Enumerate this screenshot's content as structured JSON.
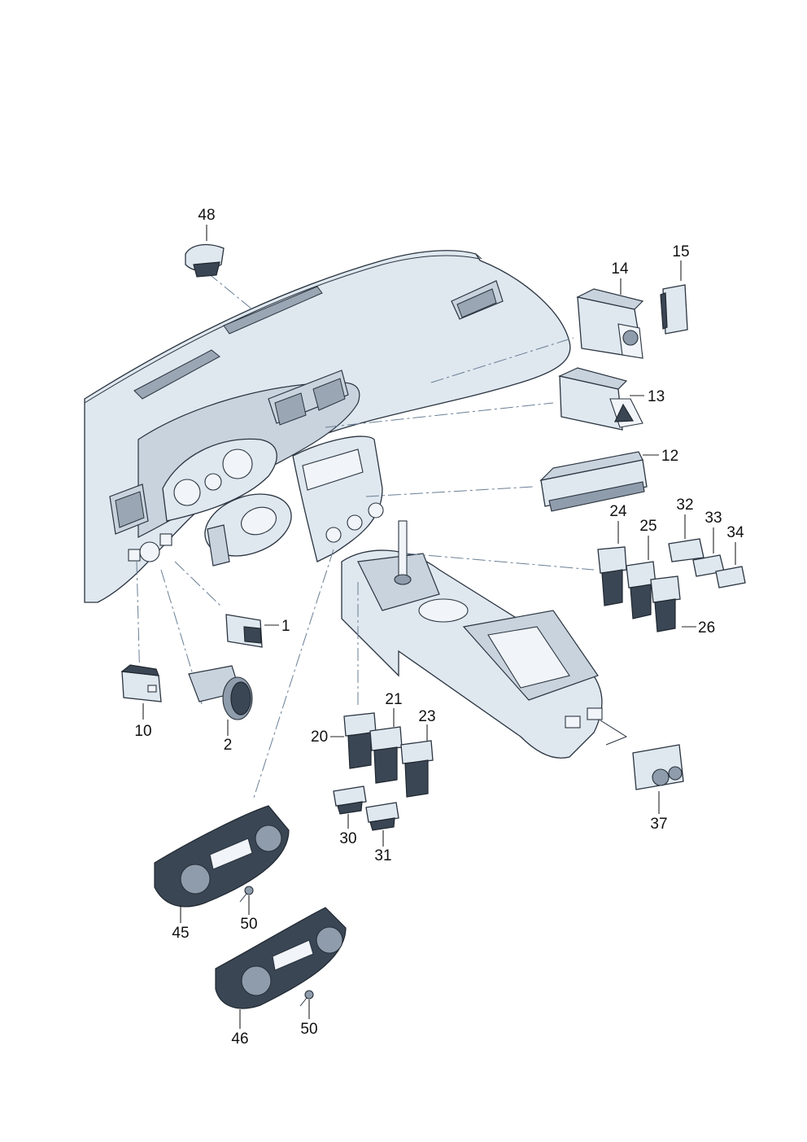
{
  "parts": [
    {
      "id": "p48",
      "label": "48"
    },
    {
      "id": "p14",
      "label": "14"
    },
    {
      "id": "p15",
      "label": "15"
    },
    {
      "id": "p13",
      "label": "13"
    },
    {
      "id": "p12",
      "label": "12"
    },
    {
      "id": "p24",
      "label": "24"
    },
    {
      "id": "p25",
      "label": "25"
    },
    {
      "id": "p32",
      "label": "32"
    },
    {
      "id": "p33",
      "label": "33"
    },
    {
      "id": "p34",
      "label": "34"
    },
    {
      "id": "p26",
      "label": "26"
    },
    {
      "id": "p1",
      "label": "1"
    },
    {
      "id": "p10",
      "label": "10"
    },
    {
      "id": "p2",
      "label": "2"
    },
    {
      "id": "p21",
      "label": "21"
    },
    {
      "id": "p20",
      "label": "20"
    },
    {
      "id": "p23",
      "label": "23"
    },
    {
      "id": "p30",
      "label": "30"
    },
    {
      "id": "p31",
      "label": "31"
    },
    {
      "id": "p37",
      "label": "37"
    },
    {
      "id": "p45",
      "label": "45"
    },
    {
      "id": "p50a",
      "label": "50"
    },
    {
      "id": "p46",
      "label": "46"
    },
    {
      "id": "p50b",
      "label": "50"
    }
  ]
}
